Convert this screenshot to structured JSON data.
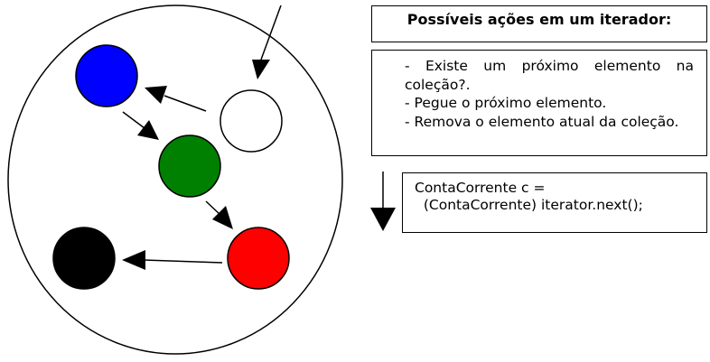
{
  "title": "Possíveis ações em um iterador:",
  "actions": [
    "- Existe um próximo elemento na coleção?.",
    "- Pegue o próximo elemento.",
    "- Remova o elemento atual da coleção."
  ],
  "code": {
    "line1": "ContaCorrente c =",
    "line2": "  (ContaCorrente) iterator.next();"
  },
  "colors": {
    "blue": "#0000ff",
    "white": "#ffffff",
    "green": "#008000",
    "red": "#ff0000",
    "black": "#000000"
  }
}
